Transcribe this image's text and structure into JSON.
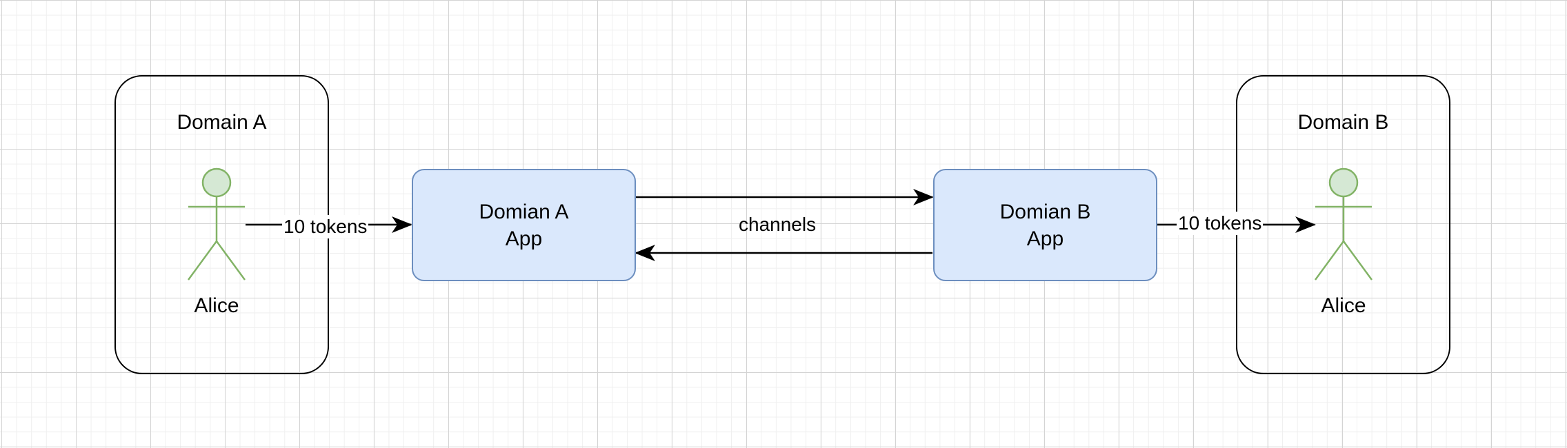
{
  "domains": [
    {
      "title": "Domain A",
      "actor": "Alice"
    },
    {
      "title": "Domain B",
      "actor": "Alice"
    }
  ],
  "apps": [
    {
      "line1": "Domian A",
      "line2": "App"
    },
    {
      "line1": "Domian B",
      "line2": "App"
    }
  ],
  "edges": {
    "left_transfer": "10 tokens",
    "channels": "channels",
    "right_transfer": "10 tokens"
  },
  "colors": {
    "app_fill": "#dae8fc",
    "app_stroke": "#6c8ebf",
    "actor_fill": "#d5e8d4",
    "actor_stroke": "#82b366",
    "box_stroke": "#000000"
  }
}
